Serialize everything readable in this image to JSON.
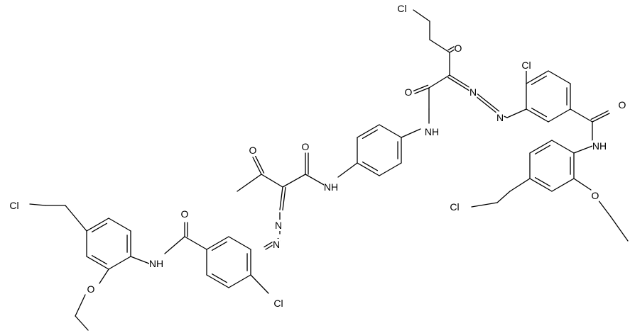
{
  "atom_labels": {
    "cl_top": "Cl",
    "o_keto_top": "O",
    "cl_ring_right": "Cl",
    "o_amide_right": "O",
    "o_amide_center_right": "O",
    "nh_right_ring": "NH",
    "nh_right_amide": "NH",
    "o_keto_left": "O",
    "o_amide_center_left": "O",
    "nh_center": "NH",
    "cl_chain_left": "Cl",
    "o_amide_left": "O",
    "nh_left_amide": "NH",
    "o_ether_left": "O",
    "cl_ring_left": "Cl",
    "cl_chain_right": "Cl",
    "o_ether_right": "O",
    "n_azo_right_a": "N",
    "n_azo_right_b": "N",
    "n_azo_left_a": "N",
    "n_azo_left_b": "N"
  }
}
